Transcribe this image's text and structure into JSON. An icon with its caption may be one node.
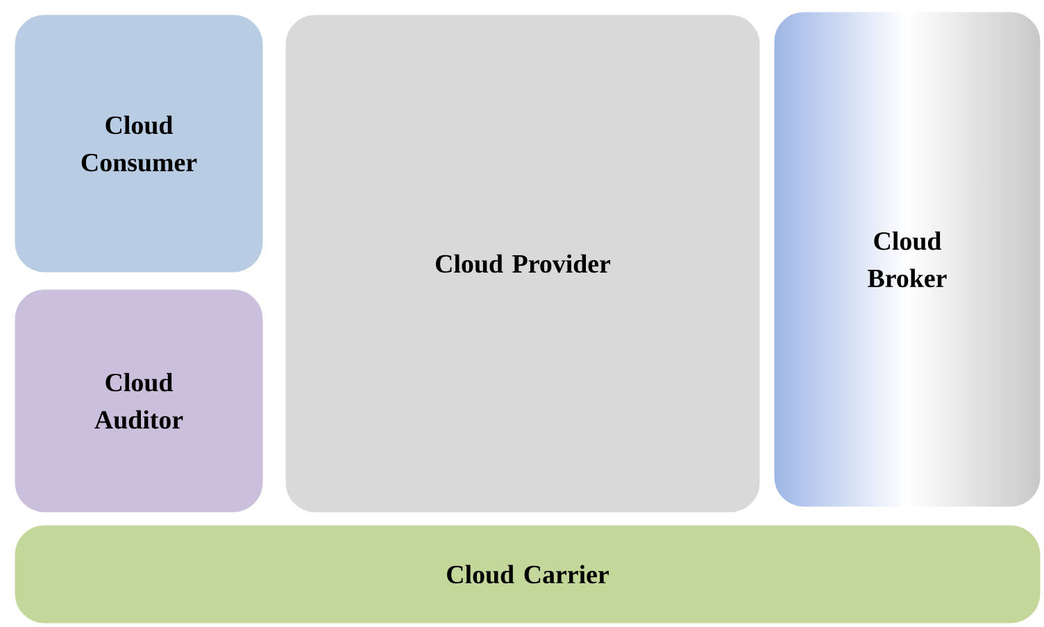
{
  "diagram": {
    "nodes": [
      {
        "text": [
          "Cloud Consumer"
        ]
      },
      {
        "text": [
          "Cloud Auditor"
        ]
      },
      {
        "text": [
          "Cloud Provider"
        ]
      },
      {
        "text": [
          "Cloud Broker"
        ]
      },
      {
        "text": [
          "Cloud Carrier"
        ]
      }
    ]
  }
}
